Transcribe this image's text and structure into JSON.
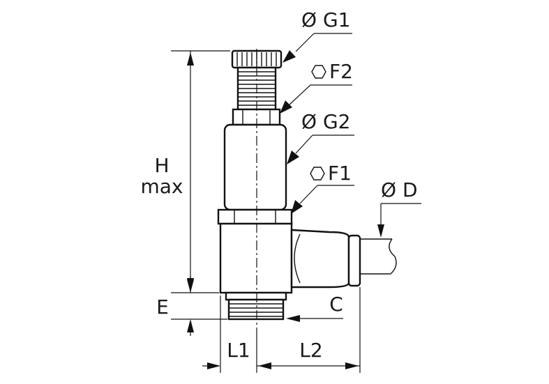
{
  "labels": {
    "g1": "Ø G1",
    "f2": "F2",
    "g2": "Ø G2",
    "f1": "F1",
    "d": "Ø D",
    "h": "H",
    "max": "max",
    "e": "E",
    "c": "C",
    "l1": "L1",
    "l2": "L2"
  },
  "icons": {
    "hex": "hexagon-icon"
  }
}
